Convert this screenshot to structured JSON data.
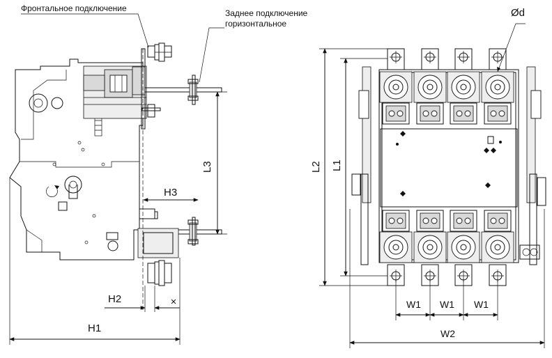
{
  "labels": {
    "front_connection": "Фронтальное подключение",
    "rear_connection_line1": "Заднее подключение",
    "rear_connection_line2": "горизонтальное",
    "diameter": "Ød",
    "dim_h1": "H1",
    "dim_h2": "H2",
    "dim_h3": "H3",
    "dim_l1": "L1",
    "dim_l2": "L2",
    "dim_l3": "L3",
    "dim_w1": "W1",
    "dim_w2": "W2"
  }
}
